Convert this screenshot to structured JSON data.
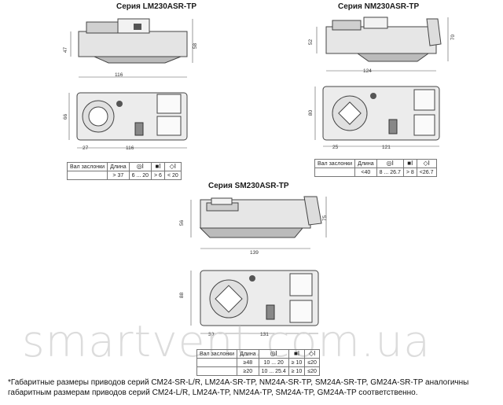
{
  "titles": {
    "lm": "Серия LM230ASR-TP",
    "nm": "Серия NM230ASR-TP",
    "sm": "Серия SM230ASR-TP"
  },
  "dims": {
    "lm": {
      "h1": "47",
      "h2": "58",
      "w_top": "116",
      "w_side": "66",
      "bottom_left": "27",
      "bottom_right": "116"
    },
    "nm": {
      "h1": "52",
      "h2": "70",
      "w_top": "124",
      "w_side": "80",
      "bottom_left": "25",
      "bottom_right": "121"
    },
    "sm": {
      "h1": "56",
      "h2": "75",
      "w_top": "139",
      "w_side": "88",
      "bottom_left": "30",
      "bottom_right": "131"
    }
  },
  "tables": {
    "lm": {
      "header": [
        "Вал заслонки",
        "Длина",
        "",
        "",
        ""
      ],
      "row": [
        "",
        "> 37",
        "6 ... 20",
        "> 6",
        "< 20"
      ]
    },
    "nm": {
      "header": [
        "Вал заслонки",
        "Длина",
        "",
        "",
        ""
      ],
      "row": [
        "",
        "<40",
        "8 ... 26.7",
        "> 8",
        "<26.7"
      ]
    },
    "sm": {
      "header": [
        "Вал заслонки",
        "Длина",
        "",
        "",
        ""
      ],
      "rows": [
        [
          "",
          "≥48",
          "10 ... 20",
          "≥ 10",
          "≤20"
        ],
        [
          "",
          "≥20",
          "10 ... 25.4",
          "≥ 10",
          "≤20"
        ]
      ]
    }
  },
  "icons": [
    "round-shaft-icon",
    "square-shaft-icon",
    "diamond-shaft-icon"
  ],
  "watermark": "smartvent.com.ua",
  "footnote": "*Габаритные размеры приводов серий СМ24-SR-L/R, LM24A-SR-TP, NM24A-SR-TP, SM24A-SR-TP, GM24A-SR-TP аналогичны габаритным размерам приводов серий CM24-L/R, LM24A-TP, NM24A-TP, SM24A-TP, GM24A-TP соответственно."
}
